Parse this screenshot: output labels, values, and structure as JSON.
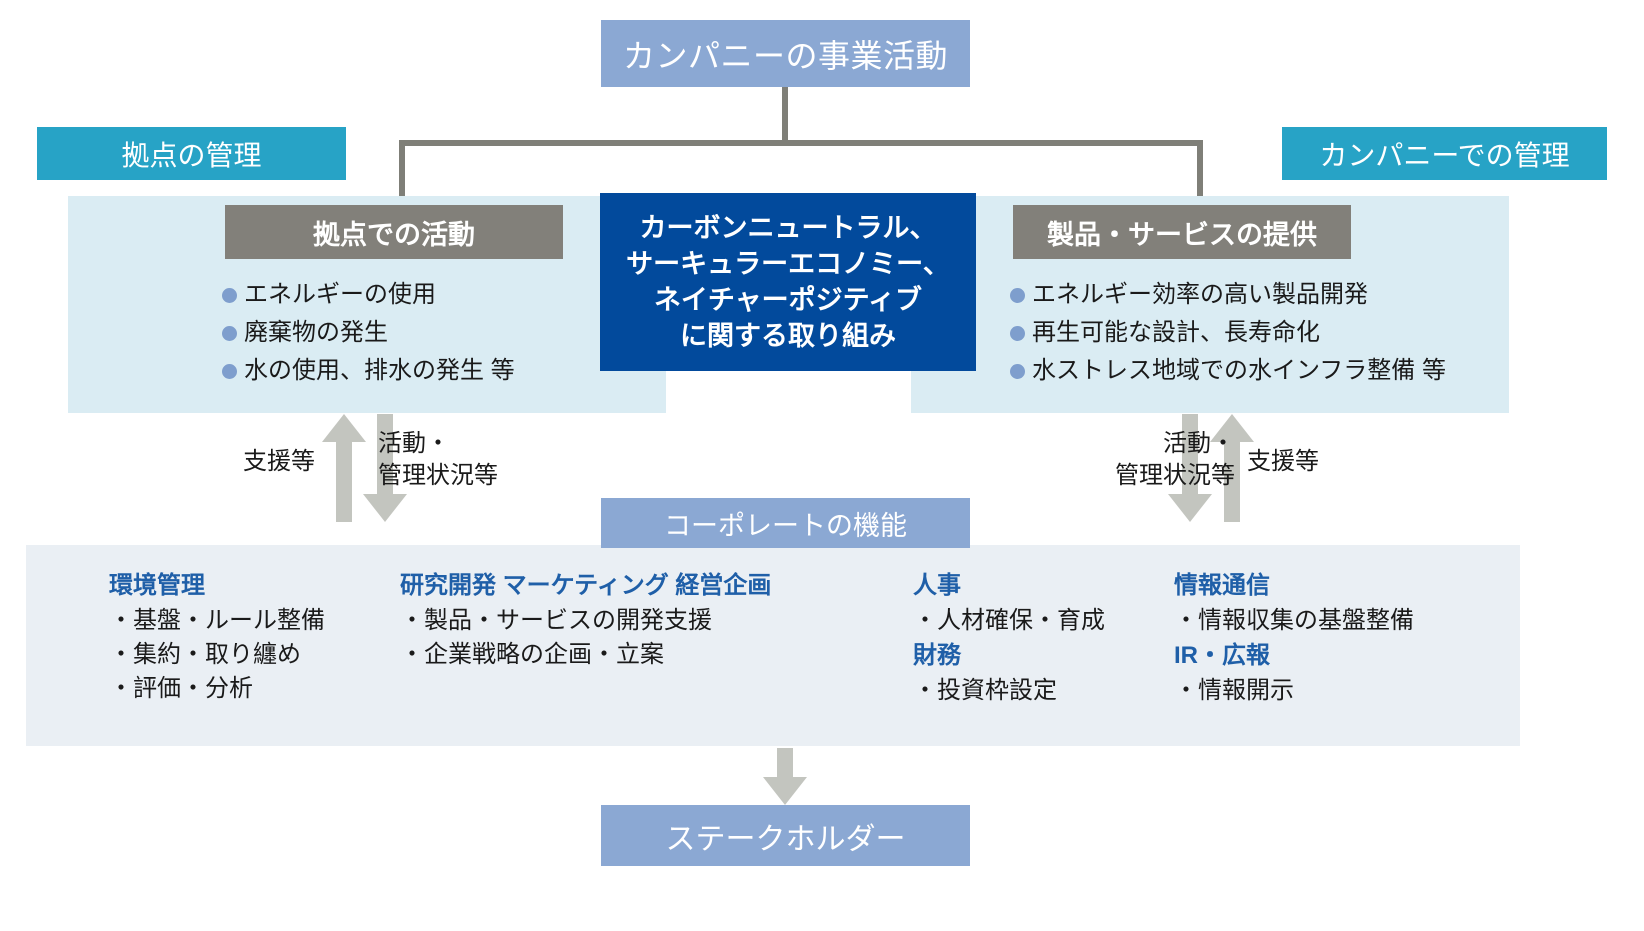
{
  "top": {
    "label": "カンパニーの事業活動"
  },
  "section_labels": {
    "left": "拠点の管理",
    "right": "カンパニーでの管理"
  },
  "left_panel": {
    "header": "拠点での活動",
    "bullets": [
      "エネルギーの使用",
      "廃棄物の発生",
      "水の使用、排水の発生 等"
    ]
  },
  "center_box": {
    "lines": [
      "カーボンニュートラル、",
      "サーキュラーエコノミー、",
      "ネイチャーポジティブ",
      "に関する取り組み"
    ]
  },
  "right_panel": {
    "header": "製品・サービスの提供",
    "bullets": [
      "エネルギー効率の高い製品開発",
      "再生可能な設計、長寿命化",
      "水ストレス地域での水インフラ整備 等"
    ]
  },
  "arrow_captions": {
    "left_support": "支援等",
    "left_status_line1": "活動・",
    "left_status_line2": "管理状況等",
    "right_status_line1": "活動・",
    "right_status_line2": "管理状況等",
    "right_support": "支援等"
  },
  "corporate": {
    "header": "コーポレートの機能",
    "columns": [
      {
        "blocks": [
          {
            "title": "環境管理",
            "items": [
              "・基盤・ルール整備",
              "・集約・取り纏め",
              "・評価・分析"
            ]
          }
        ]
      },
      {
        "blocks": [
          {
            "title": "研究開発 マーケティング 経営企画",
            "items": [
              "・製品・サービスの開発支援",
              "・企業戦略の企画・立案"
            ]
          }
        ]
      },
      {
        "blocks": [
          {
            "title": "人事",
            "items": [
              "・人材確保・育成"
            ]
          },
          {
            "title": "財務",
            "items": [
              "・投資枠設定"
            ]
          }
        ]
      },
      {
        "blocks": [
          {
            "title": "情報通信",
            "items": [
              "・情報収集の基盤整備"
            ]
          },
          {
            "title": "IR・広報",
            "items": [
              "・情報開示"
            ]
          }
        ]
      }
    ]
  },
  "bottom": {
    "label": "ステークホルダー"
  },
  "colors": {
    "top_box": "#8ba8d3",
    "teal_label": "#27a3c6",
    "panel_blue": "#daecf3",
    "gray_header": "#82807a",
    "center_box": "#024a9c",
    "bullet_dot": "#7e9ecd",
    "corporate_panel": "#eaeff4",
    "corporate_title": "#1f5fa8",
    "arrow": "#c3c5bf",
    "connector": "#7f7f78"
  }
}
